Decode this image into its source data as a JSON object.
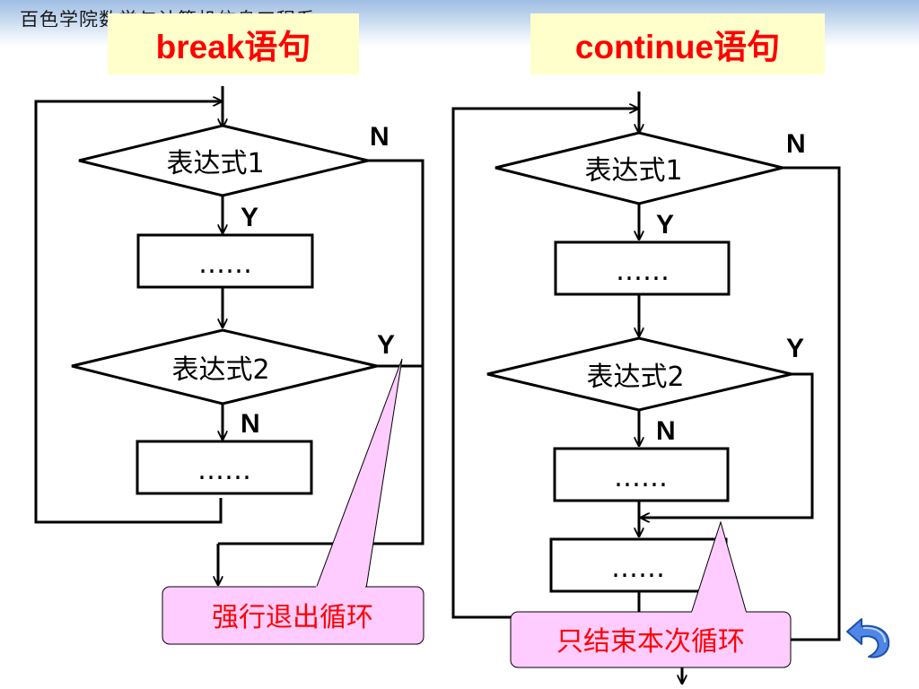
{
  "header": {
    "watermark": "百色学院数学与计算机信息工程系"
  },
  "titles": {
    "break_title": "break语句",
    "continue_title": "continue语句"
  },
  "break_chart": {
    "cond1": "表达式1",
    "cond2": "表达式2",
    "body1": "……",
    "body2": "……",
    "cond1_yes": "Y",
    "cond1_no": "N",
    "cond2_yes": "Y",
    "cond2_no": "N",
    "callout": "强行退出循环"
  },
  "continue_chart": {
    "cond1": "表达式1",
    "cond2": "表达式2",
    "body1": "……",
    "body2": "……",
    "body3": "……",
    "cond1_yes": "Y",
    "cond1_no": "N",
    "cond2_yes": "Y",
    "cond2_no": "N",
    "callout": "只结束本次循环"
  },
  "colors": {
    "title_bg": "#ffffcc",
    "title_text": "#ff0000",
    "callout_bg": "#ffccff",
    "callout_text": "#ff0000",
    "line": "#000000",
    "band": "#9fbde3",
    "back_icon": "#3d6fd1"
  },
  "nav": {
    "back_icon": "return-arrow-icon"
  }
}
